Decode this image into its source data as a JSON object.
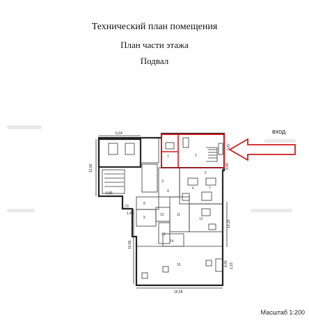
{
  "header": {
    "title": "Технический план помещения",
    "subtitle": "План части этажа",
    "floor": "Подвал"
  },
  "plan": {
    "entry_label": "вход",
    "highlight_color": "#d11a1a",
    "wall_color": "#222222",
    "dimensions": {
      "top_width": "6,64",
      "left_height": "13,66",
      "lower_left": "6,85",
      "mid_left": "1,73",
      "side_left": "1,43",
      "lower_height": "10,56",
      "right_upper": "9,05",
      "right_mid": "13,33",
      "right_small": "2,15",
      "right_tiny": "6,66",
      "bottom_width": "16,56",
      "top_right": "0,87"
    },
    "rooms": [
      "1",
      "2",
      "3",
      "4",
      "5",
      "6",
      "7",
      "8",
      "9",
      "10",
      "11",
      "12",
      "13",
      "14",
      "15"
    ]
  },
  "footer": {
    "scale": "Масштаб 1:200"
  }
}
